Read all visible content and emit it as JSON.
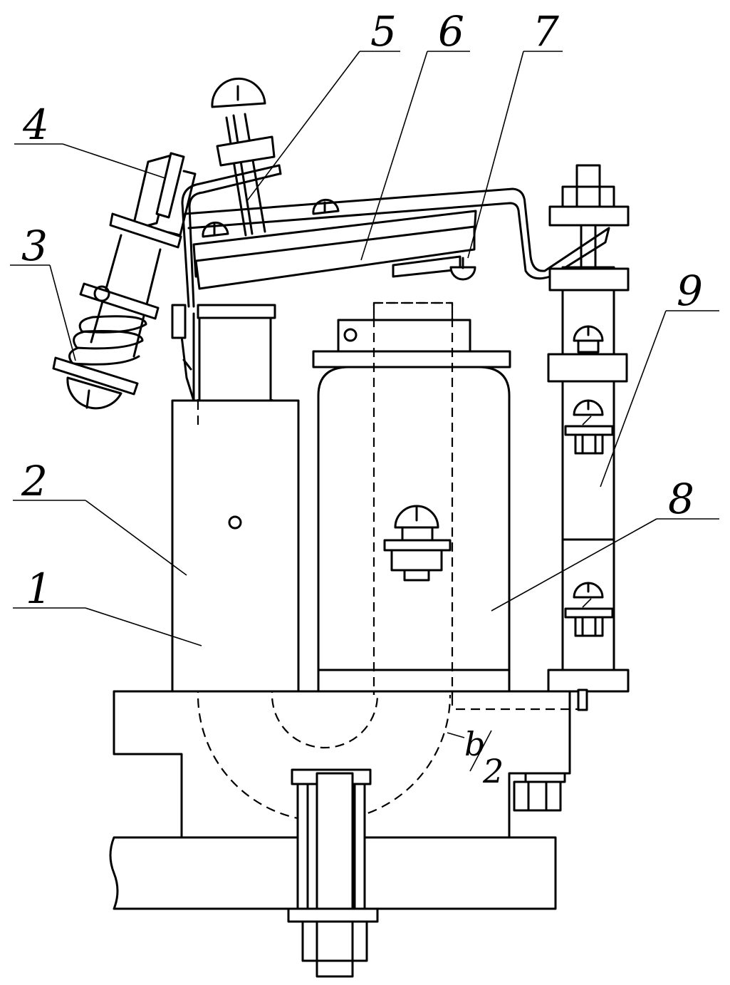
{
  "labels": {
    "l1": "1",
    "l2": "2",
    "l3": "3",
    "l4": "4",
    "l5": "5",
    "l6": "6",
    "l7": "7",
    "l8": "8",
    "l9": "9"
  },
  "dimension": {
    "numerator": "b",
    "denominator": "2"
  }
}
